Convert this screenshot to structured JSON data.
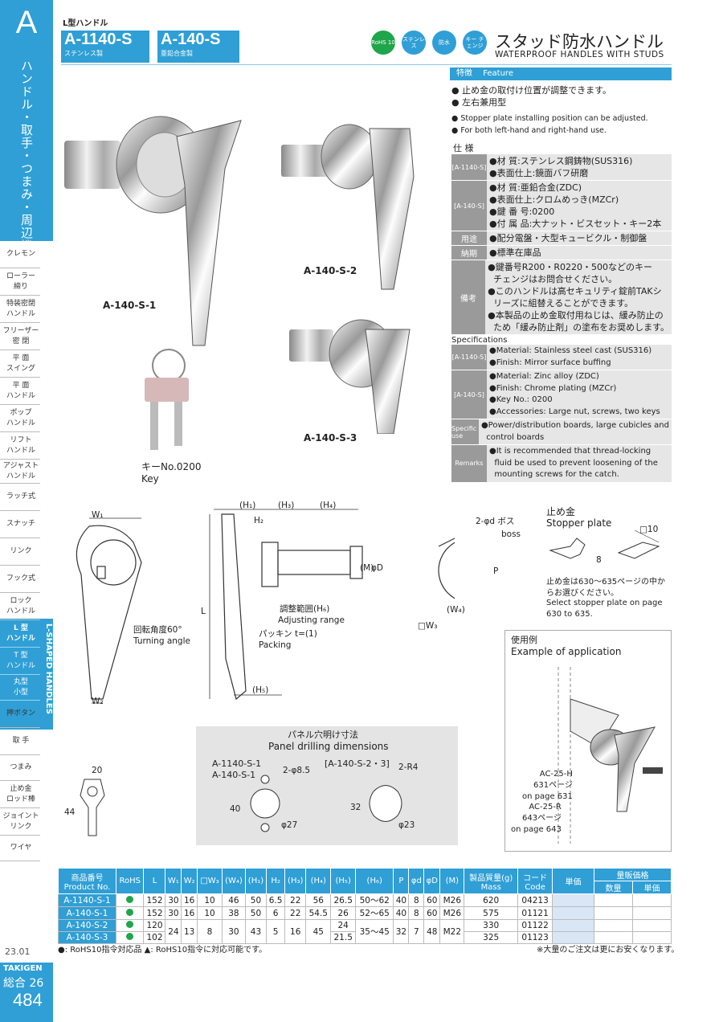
{
  "sidebar": {
    "letter": "A",
    "category": "ハンドル・取手・つまみ・周辺機器",
    "items": [
      {
        "label": "クレモン"
      },
      {
        "label": "ローラー\n締り"
      },
      {
        "label": "特装密閉\nハンドル"
      },
      {
        "label": "フリーザー\n密 閉"
      },
      {
        "label": "平 面\nスイング"
      },
      {
        "label": "平 面\nハンドル"
      },
      {
        "label": "ポップ\nハンドル"
      },
      {
        "label": "リフト\nハンドル"
      },
      {
        "label": "アジャスト\nハンドル"
      },
      {
        "label": "ラッチ式"
      },
      {
        "label": "スナッチ"
      },
      {
        "label": "リンク"
      },
      {
        "label": "フック式"
      },
      {
        "label": "ロック\nハンドル"
      },
      {
        "label": "L 型\nハンドル"
      },
      {
        "label": "T 型\nハンドル"
      },
      {
        "label": "丸型\n小型"
      },
      {
        "label": "押ボタン"
      },
      {
        "label": "取 手"
      },
      {
        "label": "つまみ"
      },
      {
        "label": "止め金\nロッド棒"
      },
      {
        "label": "ジョイント\nリンク"
      },
      {
        "label": "ワイヤ"
      }
    ],
    "active_vertical": "L-SHAPED HANDLES",
    "date": "23.01",
    "brand": "TAKIGEN",
    "catalog": "総合 26",
    "page": "484"
  },
  "header": {
    "category": "L型ハンドル",
    "model1": "A-1140-S",
    "model1_sub": "ステンレス製",
    "model2": "A-140-S",
    "model2_sub": "亜鉛合金製",
    "badges": [
      "RoHS 10",
      "ステンレス",
      "防水",
      "キー チェンジ"
    ],
    "title_jp": "スタッド防水ハンドル",
    "title_en": "WATERPROOF HANDLES WITH STUDS"
  },
  "feature": {
    "label_jp": "特徴",
    "label_en": "Feature",
    "jp": [
      "止め金の取付け位置が調整できます。",
      "左右兼用型"
    ],
    "en": [
      "Stopper plate installing position can be adjusted.",
      "For both left-hand and right-hand use."
    ]
  },
  "spec_jp": {
    "title": "仕 様",
    "rows": [
      {
        "label": "[A-1140-S]",
        "lines": [
          "●材 質:ステンレス鋼鋳物(SUS316)",
          "●表面仕上:鏡面バフ研磨"
        ]
      },
      {
        "label": "[A-140-S]",
        "lines": [
          "●材 質:亜鉛合金(ZDC)",
          "●表面仕上:クロムめっき(MZCr)",
          "●鍵 番 号:0200",
          "●付 属 品:大ナット・ビスセット・キー2本"
        ]
      },
      {
        "label": "用途",
        "lines": [
          "●配分電盤・大型キュービクル・制御盤"
        ]
      },
      {
        "label": "納期",
        "lines": [
          "●標準在庫品"
        ]
      },
      {
        "label": "備考",
        "lines": [
          "●鍵番号R200・R0220・500などのキー",
          "  チェンジはお問合せください。",
          "●このハンドルは高セキュリティ錠前TAKシ",
          "  リーズに組替えることができます。",
          "●本製品の止め金取付用ねじは、緩み防止の",
          "  ため「緩み防止剤」の塗布をお奨めします。"
        ]
      }
    ]
  },
  "spec_en": {
    "title": "Specifications",
    "rows": [
      {
        "label": "[A-1140-S]",
        "lines": [
          "●Material: Stainless steel cast (SUS316)",
          "●Finish: Mirror surface buffing"
        ]
      },
      {
        "label": "[A-140-S]",
        "lines": [
          "●Material: Zinc alloy (ZDC)",
          "●Finish: Chrome plating (MZCr)",
          "●Key No.: 0200",
          "●Accessories: Large nut, screws, two keys"
        ]
      },
      {
        "label": "Specific use",
        "lines": [
          "●Power/distribution boards, large cubicles and",
          "  control boards"
        ]
      },
      {
        "label": "Remarks",
        "lines": [
          "●It is recommended that thread-locking",
          "  fluid be used to prevent loosening of the",
          "  mounting screws for the catch."
        ]
      }
    ]
  },
  "photos": {
    "p1": "A-140-S-1",
    "p2": "A-140-S-2",
    "p3": "A-140-S-3",
    "key_jp": "キーNo.0200",
    "key_en": "Key"
  },
  "drawing": {
    "w1": "W₁",
    "w2": "W₂",
    "angle_jp": "回転角度60°",
    "angle_en": "Turning angle",
    "h1": "(H₁)",
    "h2": "H₂",
    "h3": "(H₃)",
    "h4": "(H₄)",
    "h5": "(H₅)",
    "l": "L",
    "m": "(M)",
    "phid": "φD",
    "adj_jp": "調整範囲(H₆)",
    "adj_en": "Adjusting range",
    "packing_jp": "パッキン t=(1)",
    "packing_en": "Packing",
    "boss_jp": "2-φd ボス",
    "boss_en": "boss",
    "p": "P",
    "w4": "(W₄)",
    "w3": "□W₃"
  },
  "stopper": {
    "title_jp": "止め金",
    "title_en": "Stopper plate",
    "dim_8": "8",
    "dim_10": "□10",
    "note_jp": "止め金は630〜635ページの中か らお選びください。",
    "note_en": "Select stopper plate on page 630 to 635."
  },
  "application": {
    "title_jp": "使用例",
    "title_en": "Example of application",
    "ref1": "AC-25-H\n631ページ\non page 631",
    "ref2": "AC-25-R\n643ページ\non page 643"
  },
  "panel": {
    "title_jp": "パネル穴明け寸法",
    "title_en": "Panel drilling dimensions",
    "left_label": "A-1140-S-1\nA-140-S-1",
    "left_holes": "2-φ8.5",
    "left_h": "40",
    "left_d": "φ27",
    "right_label": "[A-140-S-2・3]",
    "right_r": "2-R4",
    "right_h": "32",
    "right_d": "φ23"
  },
  "key_dims": {
    "w": "20",
    "h": "44"
  },
  "table": {
    "headers": [
      "商品番号\nProduct No.",
      "RoHS",
      "L",
      "W₁",
      "W₂",
      "□W₃",
      "(W₄)",
      "(H₁)",
      "H₂",
      "(H₃)",
      "(H₄)",
      "(H₅)",
      "(H₆)",
      "P",
      "φd",
      "φD",
      "(M)",
      "製品質量(g)\nMass",
      "コード\nCode",
      "単価",
      "量販価格"
    ],
    "sub_headers": [
      "数量",
      "単価"
    ],
    "rows": [
      [
        "A-1140-S-1",
        "●",
        "152",
        "30",
        "16",
        "10",
        "46",
        "50",
        "6.5",
        "22",
        "56",
        "26.5",
        "50〜62",
        "40",
        "8",
        "60",
        "M26",
        "620",
        "04213"
      ],
      [
        "A-140-S-1",
        "●",
        "152",
        "30",
        "16",
        "10",
        "38",
        "50",
        "6",
        "22",
        "54.5",
        "26",
        "52〜65",
        "40",
        "8",
        "60",
        "M26",
        "575",
        "01121"
      ],
      [
        "A-140-S-2",
        "●",
        "120",
        "24",
        "13",
        "8",
        "30",
        "43",
        "5",
        "16",
        "45",
        "24",
        "35〜45",
        "32",
        "7",
        "48",
        "M22",
        "330",
        "01122"
      ],
      [
        "A-140-S-3",
        "●",
        "102",
        "",
        "",
        "",
        "",
        "",
        "",
        "",
        "",
        "21.5",
        "",
        "",
        "",
        "",
        "",
        "325",
        "01123"
      ]
    ],
    "note_left": "●: RoHS10指令対応品 ▲: RoHS10指令に対応可能です。",
    "note_right": "※大量のご注文は更にお安くなります。"
  }
}
